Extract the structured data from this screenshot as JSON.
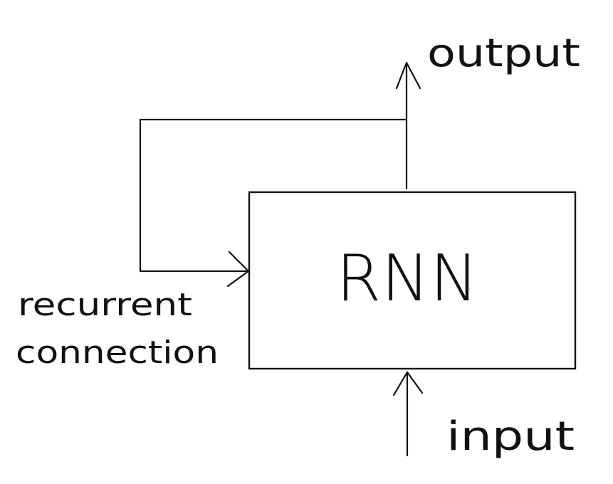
{
  "diagram": {
    "block_label": "RNN",
    "output_label": "output",
    "input_label": "input",
    "recurrent_label_line1": "recurrent",
    "recurrent_label_line2": "connection"
  },
  "colors": {
    "ink": "#111111",
    "background": "#ffffff"
  }
}
